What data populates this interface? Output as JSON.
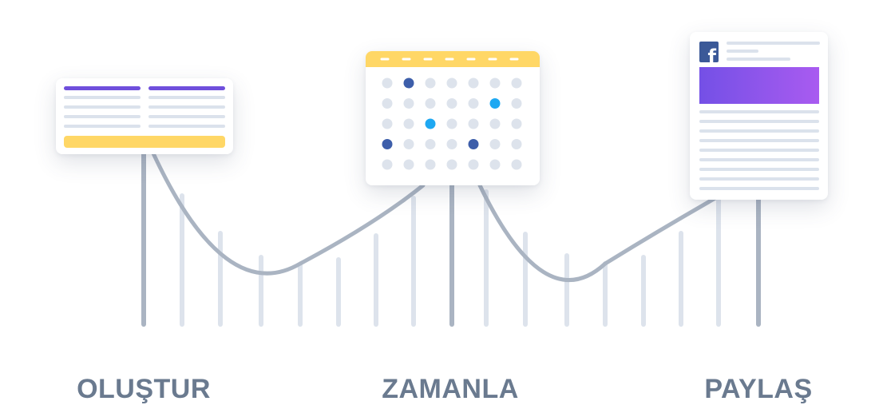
{
  "steps": [
    {
      "label": "OLUŞTUR"
    },
    {
      "label": "ZAMANLA"
    },
    {
      "label": "PAYLAŞ"
    }
  ],
  "icons": {
    "table": "table-form-icon",
    "calendar": "calendar-icon",
    "post": "facebook-post-icon",
    "social": "facebook-icon"
  },
  "colors": {
    "purple": "#6f4fdc",
    "yellow": "#ffd766",
    "rail": "#aab4c2",
    "post_light": "#dde3ec",
    "line_light": "#dbe2ec",
    "calendar_dark": "#3d5eaa",
    "calendar_blue": "#1ea8f2",
    "label": "#6a7a8f",
    "facebook": "#3b5998"
  },
  "calendar": {
    "rows": 5,
    "cols": 7,
    "dark_cells": [
      [
        0,
        1
      ],
      [
        3,
        0
      ],
      [
        3,
        4
      ]
    ],
    "blue_cells": [
      [
        1,
        5
      ],
      [
        2,
        2
      ]
    ]
  }
}
